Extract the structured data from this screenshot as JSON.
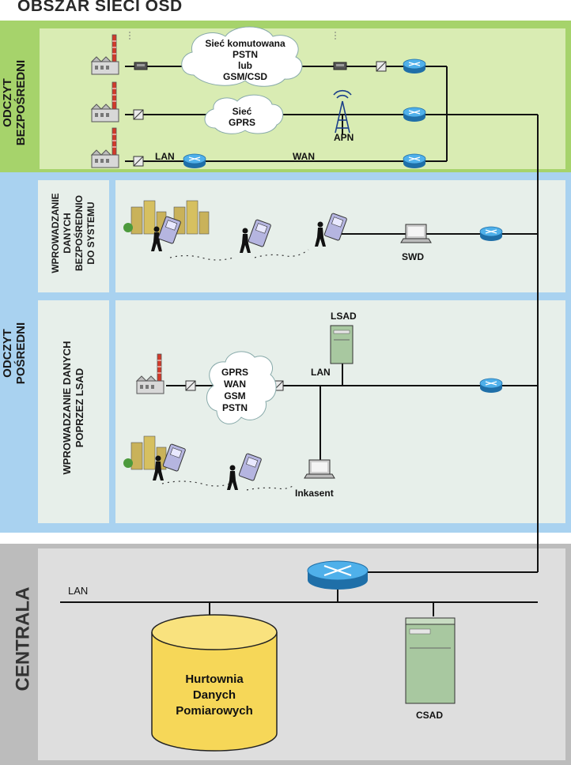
{
  "title": "OBSZAR SIECI OSD",
  "sections": {
    "direct": {
      "line1": "ODCZYT",
      "line2": "BEZPOŚREDNI"
    },
    "indirect": {
      "line1": "ODCZYT",
      "line2": "POŚREDNI"
    },
    "central": {
      "label": "CENTRALA"
    },
    "manual_system": {
      "line1": "WPROWADZANIE",
      "line2": "DANYCH",
      "line3": "BEZPOŚREDNIO",
      "line4": "DO SYSTEMU"
    },
    "via_lsad": {
      "line1": "WPROWADZANIE DANYCH",
      "line2": "POPRZEZ  LSAD"
    }
  },
  "clouds": {
    "switched": {
      "line1": "Sieć komutowana",
      "line2": "PSTN",
      "line3": "lub",
      "line4": "GSM/CSD"
    },
    "gprs": {
      "line1": "Sieć",
      "line2": "GPRS"
    },
    "lsad_net": {
      "line1": "GPRS",
      "line2": "WAN",
      "line3": "GSM",
      "line4": "PSTN"
    }
  },
  "labels": {
    "apn": "APN",
    "lan_top": "LAN",
    "wan_top": "WAN",
    "swd": "SWD",
    "lsad": "LSAD",
    "lan_lsad": "LAN",
    "inkasent": "Inkasent",
    "lan_central": "LAN",
    "csad": "CSAD"
  },
  "warehouse": {
    "line1": "Hurtownia",
    "line2": "Danych",
    "line3": "Pomiarowych"
  },
  "colors": {
    "direct_band": "#a6d36b",
    "direct_panel": "#d9ecb3",
    "indirect_band": "#a9d2f0",
    "indirect_panel": "#e7efea",
    "central_band": "#bcbcbc",
    "central_panel": "#dedede",
    "router": "#3a9ad8",
    "warehouse": "#f6d758"
  }
}
